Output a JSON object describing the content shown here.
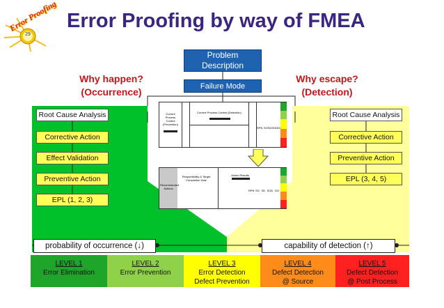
{
  "logo": {
    "text": "Error Proofing",
    "badge": "29"
  },
  "title": "Error Proofing by way of FMEA",
  "center": {
    "problem": "Problem Description",
    "failure_mode": "Failure Mode"
  },
  "left": {
    "why": "Why happen?",
    "why_sub": "(Occurrence)",
    "items": [
      "Root Cause Analysis",
      "Corrective Action",
      "Effect Validation",
      "Preventive Action",
      "EPL (1, 2, 3)"
    ],
    "bottom": "probability of occurrence (↓)"
  },
  "right": {
    "why": "Why escape?",
    "why_sub": "(Detection)",
    "items": [
      "Root Cause Analysis",
      "Corrective Action",
      "Preventive Action",
      "EPL (3, 4, 5)"
    ],
    "bottom": "capability of detection (↑)"
  },
  "levels": [
    {
      "heading": "LEVEL 1",
      "line1": "Error Elimination",
      "line2": "",
      "color": "#1fa52a"
    },
    {
      "heading": "LEVEL 2",
      "line1": "Error Prevention",
      "line2": "",
      "color": "#8fd24a"
    },
    {
      "heading": "LEVEL 3",
      "line1": "Error Detection",
      "line2": "Defect Prevention",
      "color": "#ffff00"
    },
    {
      "heading": "LEVEL 4",
      "line1": "Defect Detection",
      "line2": "@ Source",
      "color": "#ff8c1a"
    },
    {
      "heading": "LEVEL 5",
      "line1": "Defect Detection",
      "line2": "@ Post Process",
      "color": "#ff2020"
    }
  ],
  "form_top": {
    "col1": "Current Process Control (Prevention)",
    "col2": "Current Process Control (Detection)",
    "rpn": "RPN",
    "sub": [
      "SO",
      "SD",
      "SOD",
      "DO"
    ]
  },
  "form_bottom": {
    "col1": "Recommended Actions",
    "col2": "Responsibility & Target Completion Date",
    "col3": "Action Results",
    "rpn": "RPN",
    "sub": [
      "SO",
      "SD",
      "SOD",
      "DO"
    ]
  }
}
